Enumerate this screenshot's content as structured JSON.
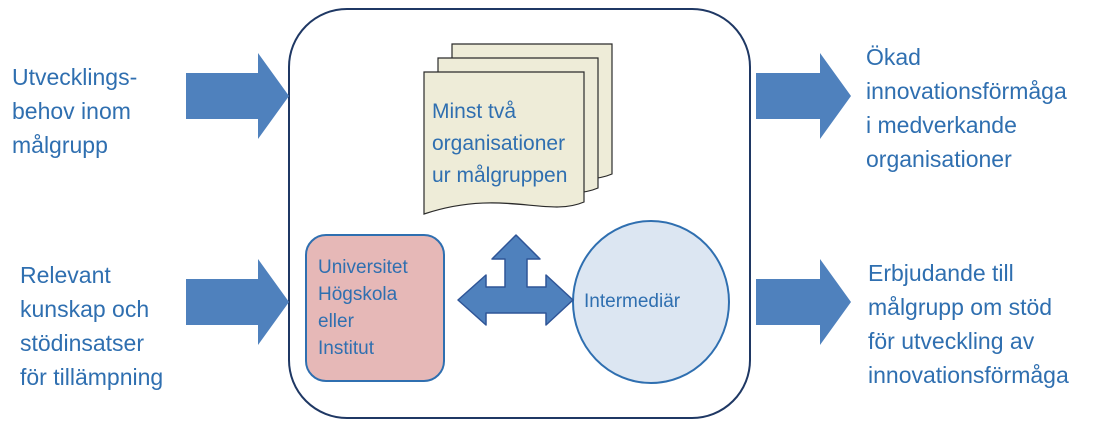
{
  "inputs": {
    "top": "Utvecklings-\nbehov inom\nmålgrupp",
    "bottom": "Relevant\nkunskap och\nstödinsatser\nför tillämpning"
  },
  "outputs": {
    "top": "Ökad\ninnovationsförmåga\ni medverkande\norganisationer",
    "bottom": "Erbjudande till\nmålgrupp om stöd\nför utveckling av\ninnovationsförmåga"
  },
  "documents": {
    "label": "Minst två\norganisationer\nur målgruppen"
  },
  "university": {
    "label": "Universitet\nHögskola\neller\nInstitut"
  },
  "intermediary": {
    "label": "Intermediär"
  },
  "colors": {
    "arrow": "#4f81bd",
    "text": "#2f6fb0",
    "frame": "#1f3864",
    "document_fill": "#eeecd8",
    "university_fill": "#e6b8b7",
    "university_border": "#2f6fb0",
    "intermediary_fill": "#dce6f2"
  }
}
